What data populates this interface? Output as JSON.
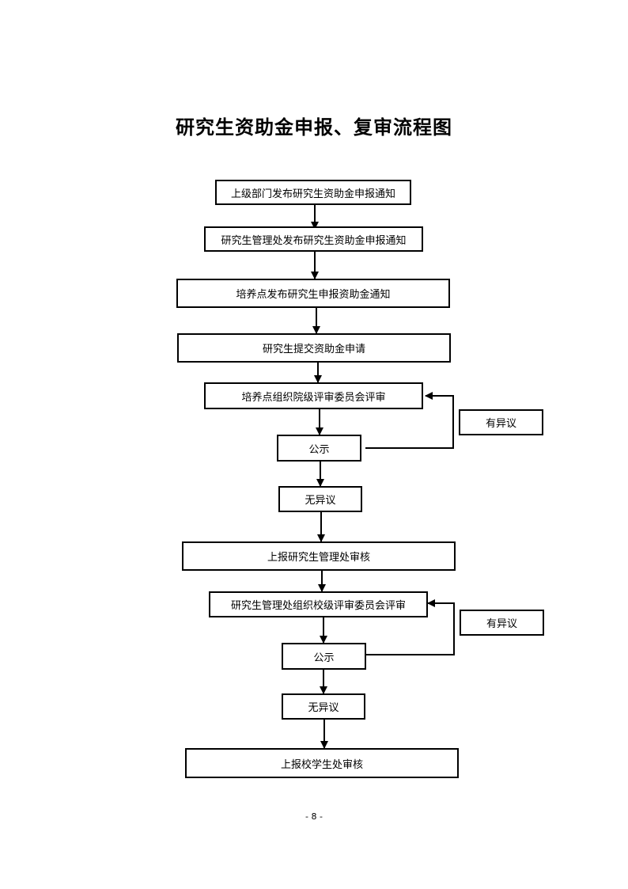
{
  "page": {
    "title": "研究生资助金申报、复审流程图",
    "page_number": "- 8 -"
  },
  "flow": {
    "step1": "上级部门发布研究生资助金申报通知",
    "step2": "研究生管理处发布研究生资助金申报通知",
    "step3": "培养点发布研究生申报资助金通知",
    "step4": "研究生提交资助金申请",
    "step5": "培养点组织院级评审委员会评审",
    "step6": "公示",
    "step6_objection": "有异议",
    "step7": "无异议",
    "step8": "上报研究生管理处审核",
    "step9": "研究生管理处组织校级评审委员会评审",
    "step10": "公示",
    "step10_objection": "有异议",
    "step11": "无异议",
    "step12": "上报校学生处审核"
  }
}
